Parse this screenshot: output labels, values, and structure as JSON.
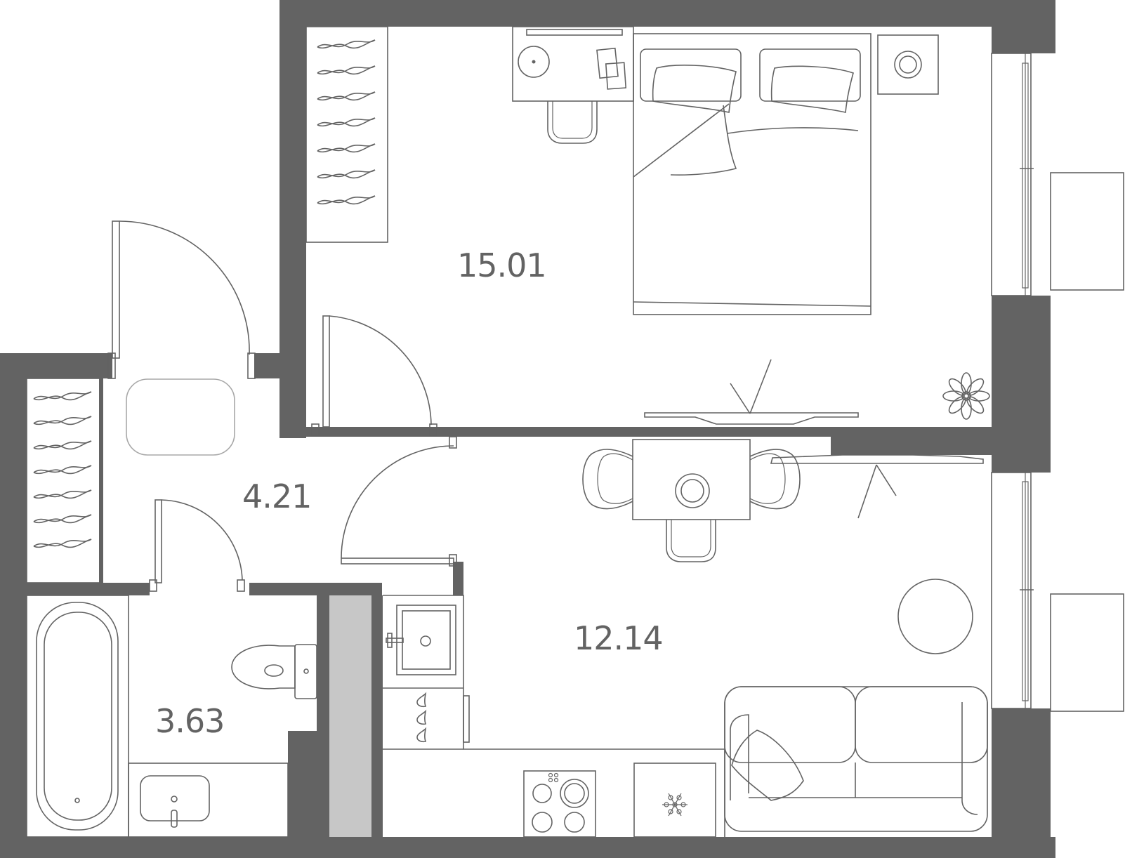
{
  "plan": {
    "rooms": [
      {
        "id": "bedroom",
        "area": "15.01"
      },
      {
        "id": "hallway",
        "area": "4.21"
      },
      {
        "id": "bathroom",
        "area": "3.63"
      },
      {
        "id": "kitchen-living",
        "area": "12.14"
      }
    ],
    "icons": [
      "hanger-icon",
      "bed-icon",
      "pillow-icon",
      "desk-icon",
      "chair-icon",
      "nightstand-icon",
      "tv-icon",
      "plant-icon",
      "dining-table-icon",
      "sofa-icon",
      "cooktop-icon",
      "fridge-icon",
      "snowflake-icon",
      "sink-icon",
      "bathtub-icon",
      "toilet-icon",
      "washbasin-icon",
      "round-table-icon",
      "door-swing-icon",
      "balcony-icon"
    ],
    "colors": {
      "wall": "#636363",
      "shaft": "#c7c7c7",
      "background": "#ffffff"
    }
  }
}
